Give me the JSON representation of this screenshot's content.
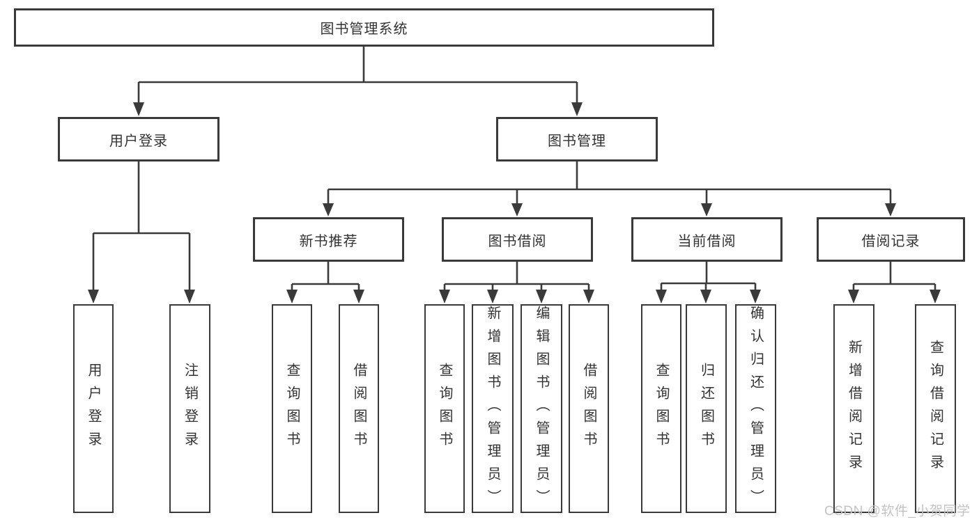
{
  "nodes": {
    "root": "图书管理系统",
    "l2": {
      "login": "用户登录",
      "mgmt": "图书管理"
    },
    "l3": {
      "recommend": "新书推荐",
      "borrow": "图书借阅",
      "current": "当前借阅",
      "records": "借阅记录"
    },
    "leaves": {
      "login_user": "用户登录",
      "login_logout": "注销登录",
      "rec_query": "查询图书",
      "rec_borrow": "借阅图书",
      "bor_query": "查询图书",
      "bor_add": "新增图书（管理员）",
      "bor_edit": "编辑图书（管理员）",
      "bor_borrow": "借阅图书",
      "cur_query": "查询图书",
      "cur_return": "归还图书",
      "cur_confirm": "确认归还（管理员）",
      "rcd_add": "新增借阅记录",
      "rcd_query": "查询借阅记录"
    }
  },
  "watermark": "CSDN @软件_小贺同学",
  "colors": {
    "line": "#3a3a3a",
    "text": "#333333",
    "watermark": "#c3c3c3",
    "background": "#ffffff"
  }
}
